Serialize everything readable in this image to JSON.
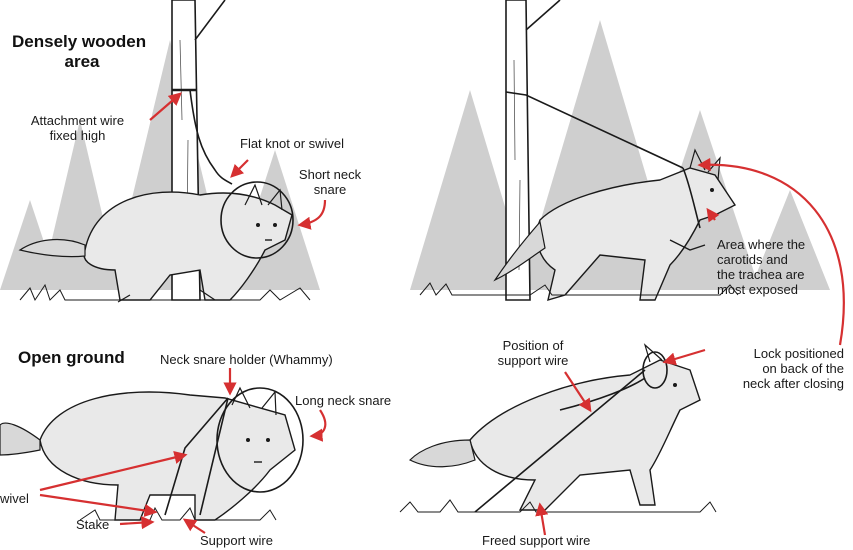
{
  "colors": {
    "arrow": "#d63031",
    "tree_bg": "#c8c8c8",
    "ink": "#1a1a1a"
  },
  "titles": {
    "dense": [
      "Densely wooden",
      "area"
    ],
    "open": "Open ground"
  },
  "labels": {
    "attachment_wire": [
      "Attachment wire",
      "fixed high"
    ],
    "flat_knot": "Flat knot or swivel",
    "short_neck": [
      "Short neck",
      "snare"
    ],
    "area_carotids": [
      "Area where the",
      "carotids and",
      "the trachea are",
      "most exposed"
    ],
    "neck_holder": "Neck snare holder (Whammy)",
    "long_neck": "Long neck snare",
    "swivel": "wivel",
    "stake": "Stake",
    "support_wire": "Support wire",
    "position_support": [
      "Position of",
      "support wire"
    ],
    "lock_positioned": [
      "Lock positioned",
      "on back of the",
      "neck after closing"
    ],
    "freed_support": "Freed support wire"
  }
}
